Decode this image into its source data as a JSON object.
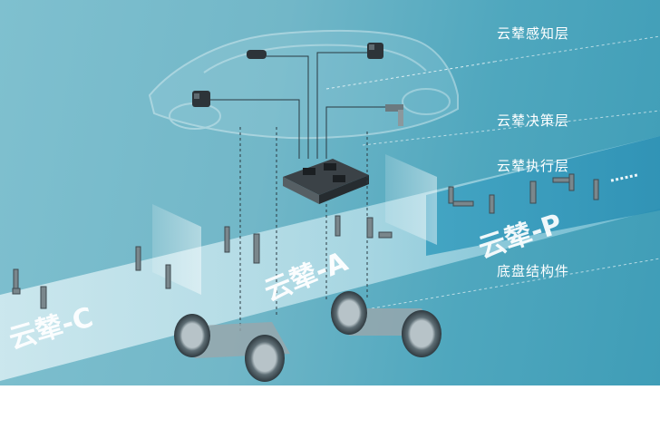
{
  "layers": [
    {
      "label": "云辇感知层"
    },
    {
      "label": "云辇决策层"
    },
    {
      "label": "云辇执行层"
    },
    {
      "label": "底盘结构件"
    }
  ],
  "platforms": [
    {
      "label": "云辇-C"
    },
    {
      "label": "云辇-A"
    },
    {
      "label": "云辇-P"
    }
  ],
  "ellipsis": "……",
  "colors": {
    "background": "#6fb6c7",
    "band_light": "#cfe9ef",
    "band_dark": "#2f95b5",
    "text": "#ffffff"
  }
}
